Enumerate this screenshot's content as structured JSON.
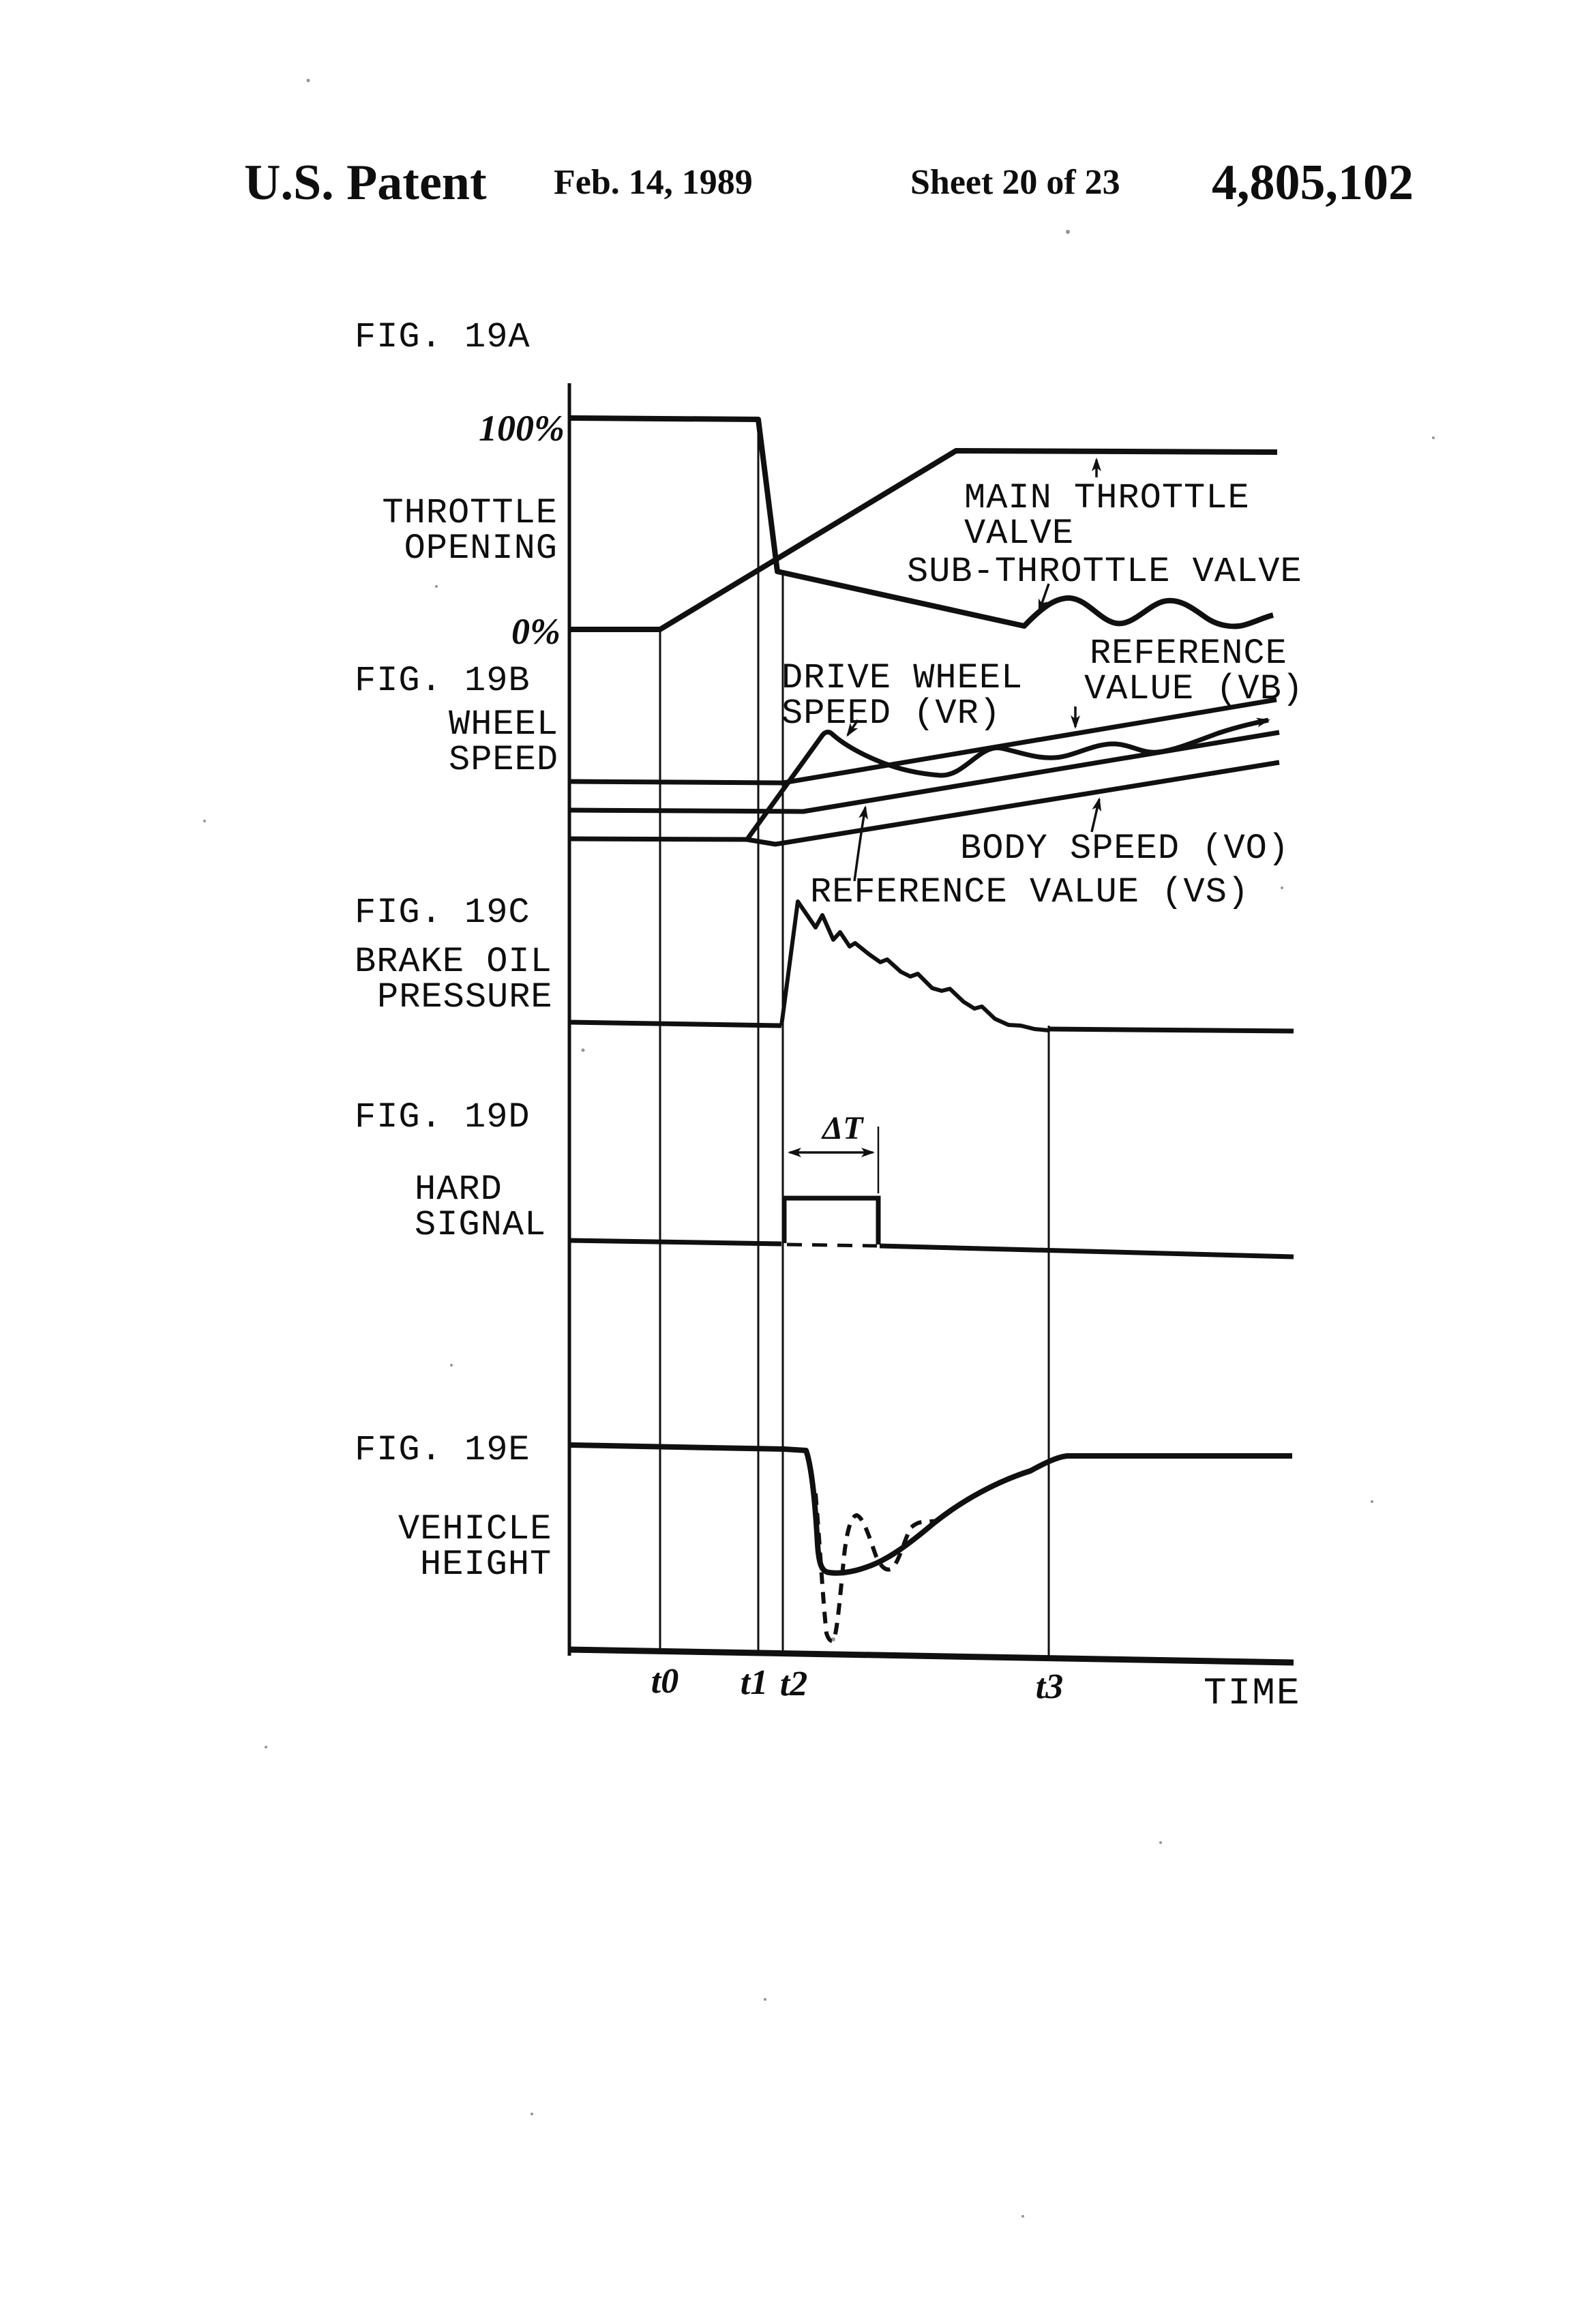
{
  "header": {
    "title": "U.S. Patent",
    "date": "Feb. 14, 1989",
    "sheet": "Sheet 20 of 23",
    "patent_number": "4,805,102"
  },
  "fig19a": {
    "label": "FIG. 19A",
    "y_top": "100%",
    "y_bottom": "0%",
    "axis_label_1": "THROTTLE",
    "axis_label_2": "OPENING",
    "main_valve_label_1": "MAIN THROTTLE",
    "main_valve_label_2": "VALVE",
    "sub_valve_label": "SUB-THROTTLE VALVE"
  },
  "fig19b": {
    "label": "FIG. 19B",
    "axis_label_1": "WHEEL",
    "axis_label_2": "SPEED",
    "vr_label_1": "DRIVE WHEEL",
    "vr_label_2": "SPEED (VR)",
    "vb_label_1": "REFERENCE",
    "vb_label_2": "VALUE (VB)",
    "vo_label": "BODY SPEED (VO)",
    "vs_label": "REFERENCE VALUE (VS)"
  },
  "fig19c": {
    "label": "FIG. 19C",
    "axis_label_1": "BRAKE OIL",
    "axis_label_2": "PRESSURE"
  },
  "fig19d": {
    "label": "FIG. 19D",
    "axis_label_1": "HARD",
    "axis_label_2": "SIGNAL",
    "dimension_label": "ΔT"
  },
  "fig19e": {
    "label": "FIG. 19E",
    "axis_label_1": "VEHICLE",
    "axis_label_2": "HEIGHT"
  },
  "time_axis": {
    "t0": "t0",
    "t1": "t1",
    "t2": "t2",
    "t3": "t3",
    "label": "TIME"
  },
  "chart_data": [
    {
      "type": "line",
      "title": "FIG. 19A",
      "ylabel": "THROTTLE OPENING",
      "yticks": [
        "100%",
        "0%"
      ],
      "x_events": [
        "t0",
        "t1",
        "t2",
        "t3"
      ],
      "series": [
        {
          "name": "MAIN THROTTLE VALVE",
          "values_pct": [
            0,
            0,
            62,
            88,
            88
          ],
          "note": "0% until t0, linear ramp from t0, plateau ~88% before t3"
        },
        {
          "name": "SUB-THROTTLE VALVE",
          "values_pct": [
            100,
            100,
            28,
            5,
            5
          ],
          "note": "100% until t1, sharp close at t1, slow decline with small oscillation"
        }
      ]
    },
    {
      "type": "line",
      "title": "FIG. 19B",
      "ylabel": "WHEEL SPEED",
      "x_events": [
        "t0",
        "t1",
        "t2",
        "t3"
      ],
      "series": [
        {
          "name": "DRIVE WHEEL SPEED (VR)",
          "note": "spikes up sharply after t1, peaks, then oscillates converging between VS and VB"
        },
        {
          "name": "REFERENCE VALUE (VB)",
          "note": "upper threshold line, nearly flat until t2 then rises"
        },
        {
          "name": "REFERENCE VALUE (VS)",
          "note": "middle threshold line, nearly flat until t2 then rises"
        },
        {
          "name": "BODY SPEED (VO)",
          "note": "lowest line, nearly flat until t2 then rises"
        }
      ]
    },
    {
      "type": "line",
      "title": "FIG. 19C",
      "ylabel": "BRAKE OIL PRESSURE",
      "x_events": [
        "t0",
        "t1",
        "t2",
        "t3"
      ],
      "series": [
        {
          "name": "BRAKE OIL PRESSURE",
          "note": "baseline until t2, step rise at t2 to peak, sawtooth decay back to baseline at t3"
        }
      ]
    },
    {
      "type": "line",
      "title": "FIG. 19D",
      "ylabel": "HARD SIGNAL",
      "x_events": [
        "t0",
        "t1",
        "t2",
        "t3"
      ],
      "series": [
        {
          "name": "HARD SIGNAL",
          "note": "low baseline, single pulse of width ΔT starting at t2"
        }
      ]
    },
    {
      "type": "line",
      "title": "FIG. 19E",
      "ylabel": "VEHICLE HEIGHT",
      "x_events": [
        "t0",
        "t1",
        "t2",
        "t3"
      ],
      "series": [
        {
          "name": "VEHICLE HEIGHT (controlled, solid)",
          "note": "level until just after t2, sharp dip, smooth recovery to level at t3"
        },
        {
          "name": "VEHICLE HEIGHT (uncontrolled, dashed)",
          "note": "deeper dip with damped oscillation rejoining solid curve"
        }
      ]
    }
  ]
}
